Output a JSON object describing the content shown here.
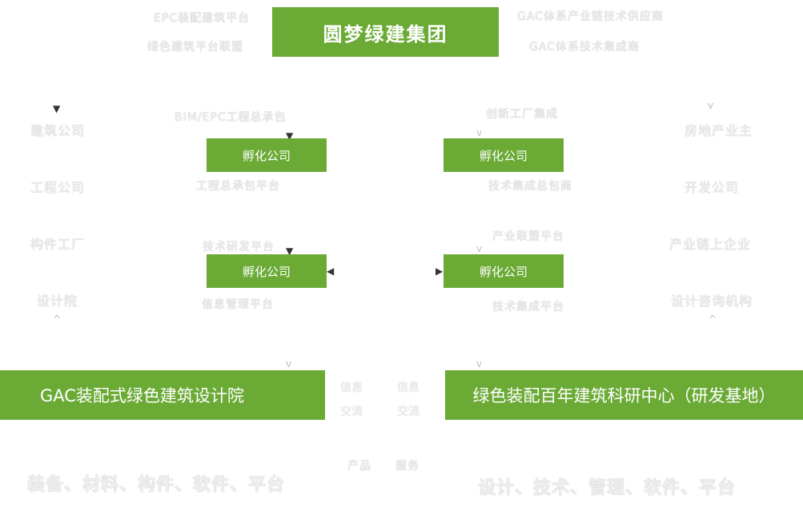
{
  "top": {
    "title": "圆梦绿建集团"
  },
  "top_left_labels": [
    "EPC装配建筑平台",
    "绿色建筑平台联盟"
  ],
  "top_right_labels": [
    "GAC体系产业链技术供应商",
    "GAC体系技术集成商"
  ],
  "left_column": [
    "建筑公司",
    "工程公司",
    "构件工厂",
    "设计院"
  ],
  "right_column": [
    "房地产业主",
    "开发公司",
    "产业链上企业",
    "设计咨询机构"
  ],
  "incubators": {
    "label": "孵化公司",
    "tl_top": "BIM/EPC工程总承包",
    "tl_bottom": "工程总承包平台",
    "tr_top": "创新工厂集成",
    "tr_bottom": "技术集成总包商",
    "bl_top": "技术研发平台",
    "bl_bottom": "信息管理平台",
    "br_top": "产业联盟平台",
    "br_bottom": "技术集成平台"
  },
  "bottom_left": {
    "title": "GAC装配式绿色建筑设计院",
    "caption": "装备、材料、构件、软件、平台"
  },
  "bottom_right": {
    "title": "绿色装配百年建筑科研中心（研发基地）",
    "caption": "设计、技术、管理、软件、平台"
  },
  "middle": {
    "col1": [
      "信息",
      "交流"
    ],
    "col2": [
      "信息",
      "交流"
    ],
    "bottom1": "产品",
    "bottom2": "服务"
  },
  "colors": {
    "accent_green": "#6aaa35",
    "label_text": "#eeeeee"
  }
}
